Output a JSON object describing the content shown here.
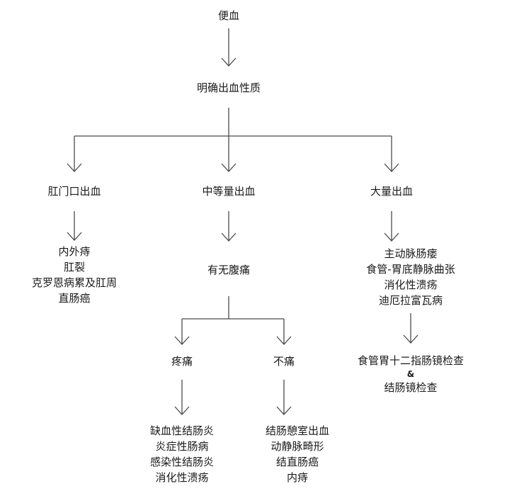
{
  "root": "便血",
  "step1": "明确出血性质",
  "branches": {
    "anal": {
      "label": "肛门口出血",
      "causes": [
        "内外痔",
        "肛裂",
        "克罗恩病累及肛周",
        "直肠癌"
      ]
    },
    "medium": {
      "label": "中等量出血",
      "question": "有无腹痛",
      "pain": {
        "label": "疼痛",
        "causes": [
          "缺血性结肠炎",
          "炎症性肠病",
          "感染性结肠炎",
          "消化性溃疡"
        ]
      },
      "nopain": {
        "label": "不痛",
        "causes": [
          "结肠憩室出血",
          "动静脉畸形",
          "结直肠癌",
          "内痔"
        ]
      }
    },
    "massive": {
      "label": "大量出血",
      "causes": [
        "主动脉肠瘘",
        "食管-胃底静脉曲张",
        "消化性溃疡",
        "迪厄拉富瓦病"
      ],
      "exam_line1": "食管胃十二指肠镜检查",
      "exam_amp": "&",
      "exam_line2": "结肠镜检查"
    }
  }
}
